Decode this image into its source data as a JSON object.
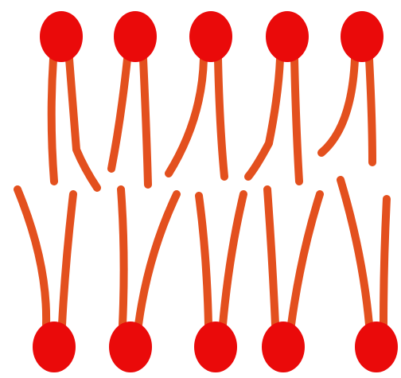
{
  "diagram": {
    "type": "lipid-bilayer",
    "upper_leaflet_count": 5,
    "lower_leaflet_count": 5,
    "colors": {
      "head": "#ea0a0a",
      "tail": "#e3501e",
      "background": "#ffffff"
    }
  }
}
